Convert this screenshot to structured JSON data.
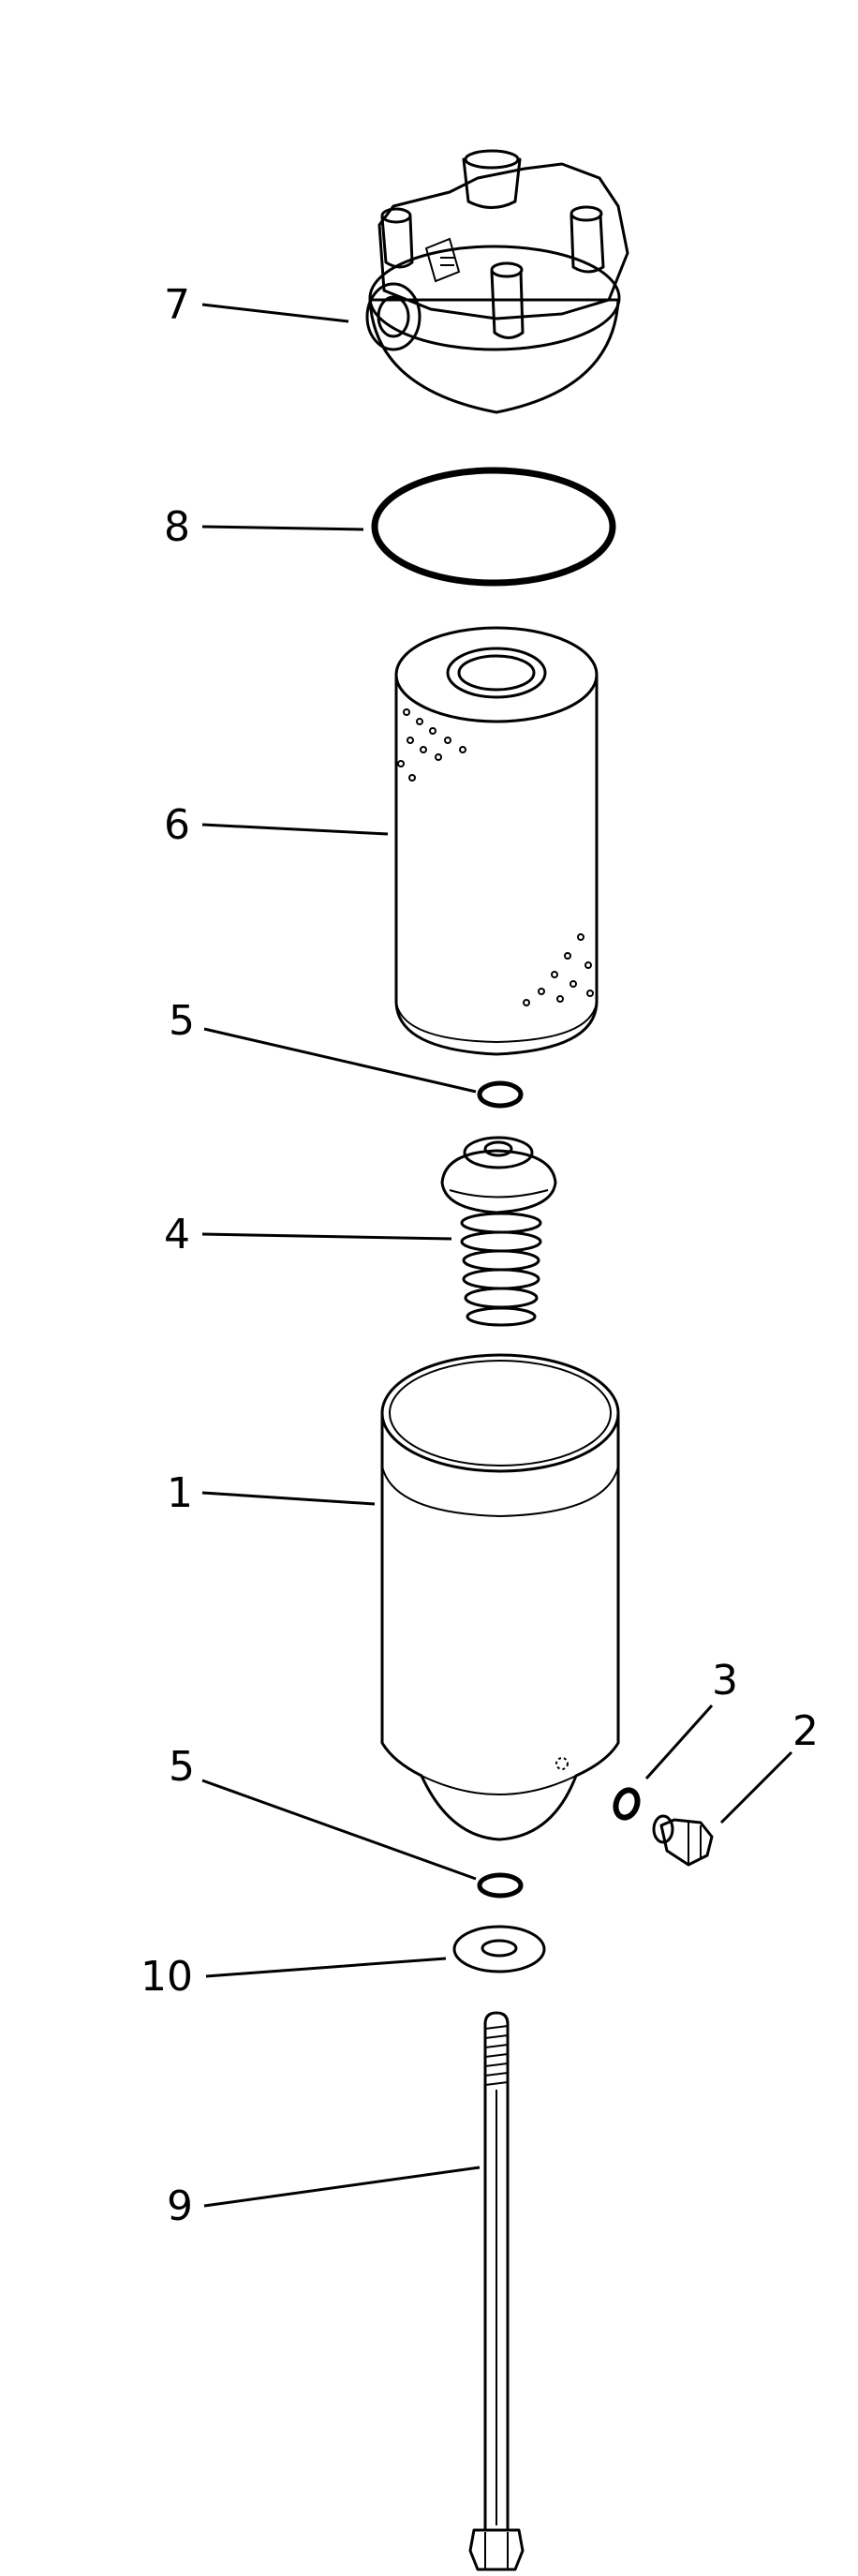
{
  "callouts": {
    "c1": "1",
    "c2": "2",
    "c3": "3",
    "c4": "4",
    "c5a": "5",
    "c5b": "5",
    "c6": "6",
    "c7": "7",
    "c8": "8",
    "c9": "9",
    "c10": "10"
  },
  "colors": {
    "line": "#000000",
    "background": "#ffffff"
  }
}
